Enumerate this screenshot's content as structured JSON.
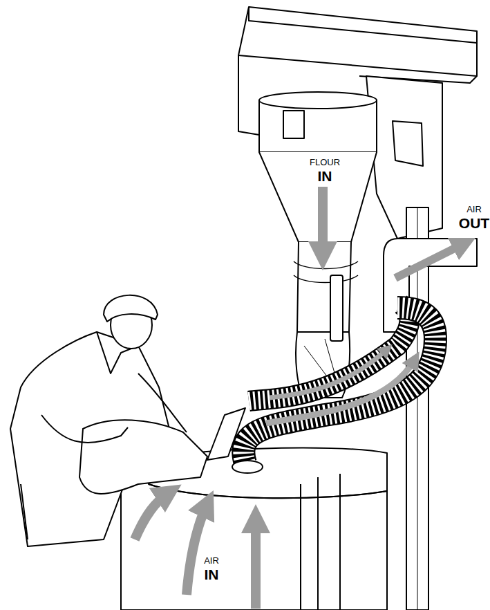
{
  "diagram": {
    "labels": [
      "FLOUR",
      "IN",
      "AIR",
      "OUT",
      "AIR",
      "IN"
    ]
  }
}
